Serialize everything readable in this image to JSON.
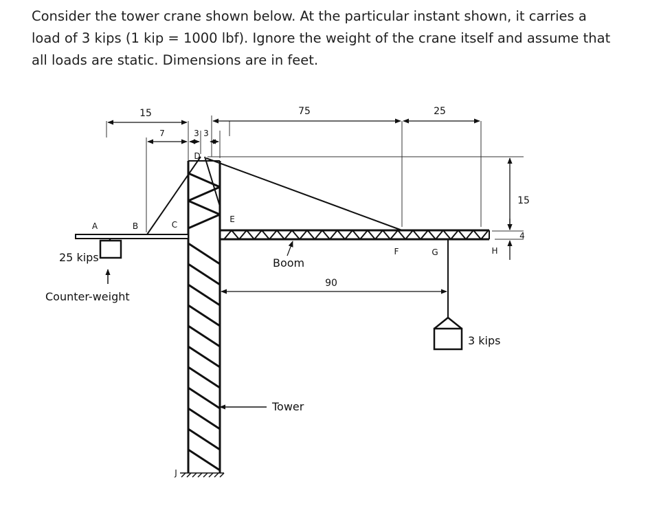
{
  "problem": {
    "line1": "Consider the tower crane shown below. At the particular instant shown, it carries a",
    "line2": "load of 3 kips (1 kip = 1000 lbf). Ignore the weight of the crane itself and assume that",
    "line3": "all loads are static. Dimensions are in feet."
  },
  "dimensions": {
    "d15_top": "15",
    "d7": "7",
    "d3a": "3",
    "d3b": "3",
    "d75": "75",
    "d25": "25",
    "d15_right": "15",
    "d4": "4",
    "d90": "90"
  },
  "points": {
    "A": "A",
    "B": "B",
    "C": "C",
    "D": "D",
    "E": "E",
    "F": "F",
    "G": "G",
    "H": "H",
    "J": "J"
  },
  "labels": {
    "counter_load": "25 kips",
    "counter_weight": "Counter-weight",
    "boom": "Boom",
    "tower": "Tower",
    "load": "3 kips"
  }
}
